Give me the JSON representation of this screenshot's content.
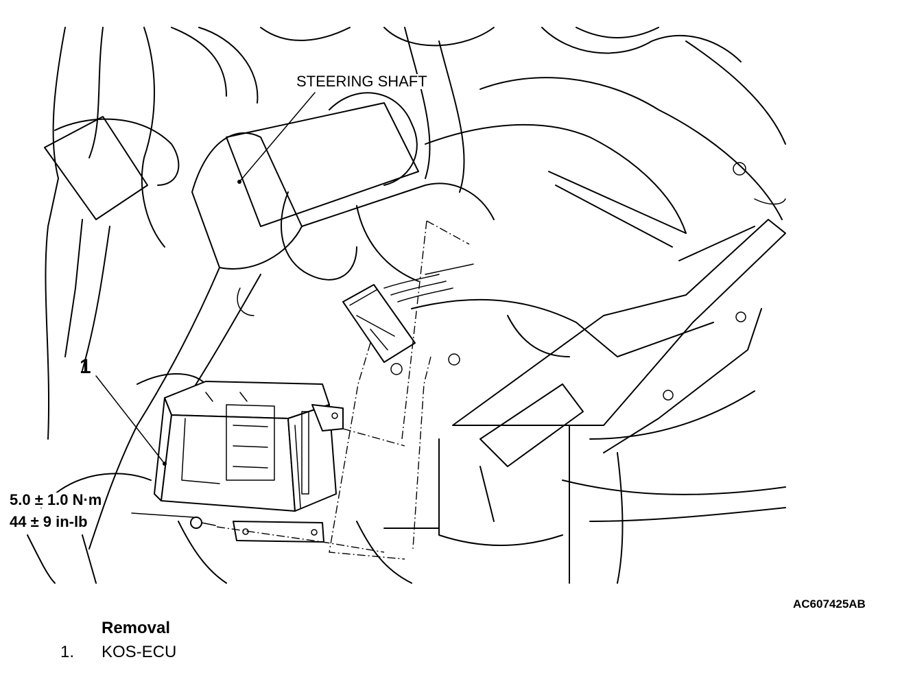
{
  "figure": {
    "labels": {
      "steering_shaft": "STEERING SHAFT",
      "callout_number": "1",
      "torque_metric": "5.0 ± 1.0 N·m",
      "torque_imperial": "44 ± 9 in-lb"
    },
    "figure_code": "AC607425AB"
  },
  "caption": {
    "heading": "Removal",
    "items": [
      {
        "number": "1.",
        "name": "KOS-ECU"
      }
    ]
  }
}
